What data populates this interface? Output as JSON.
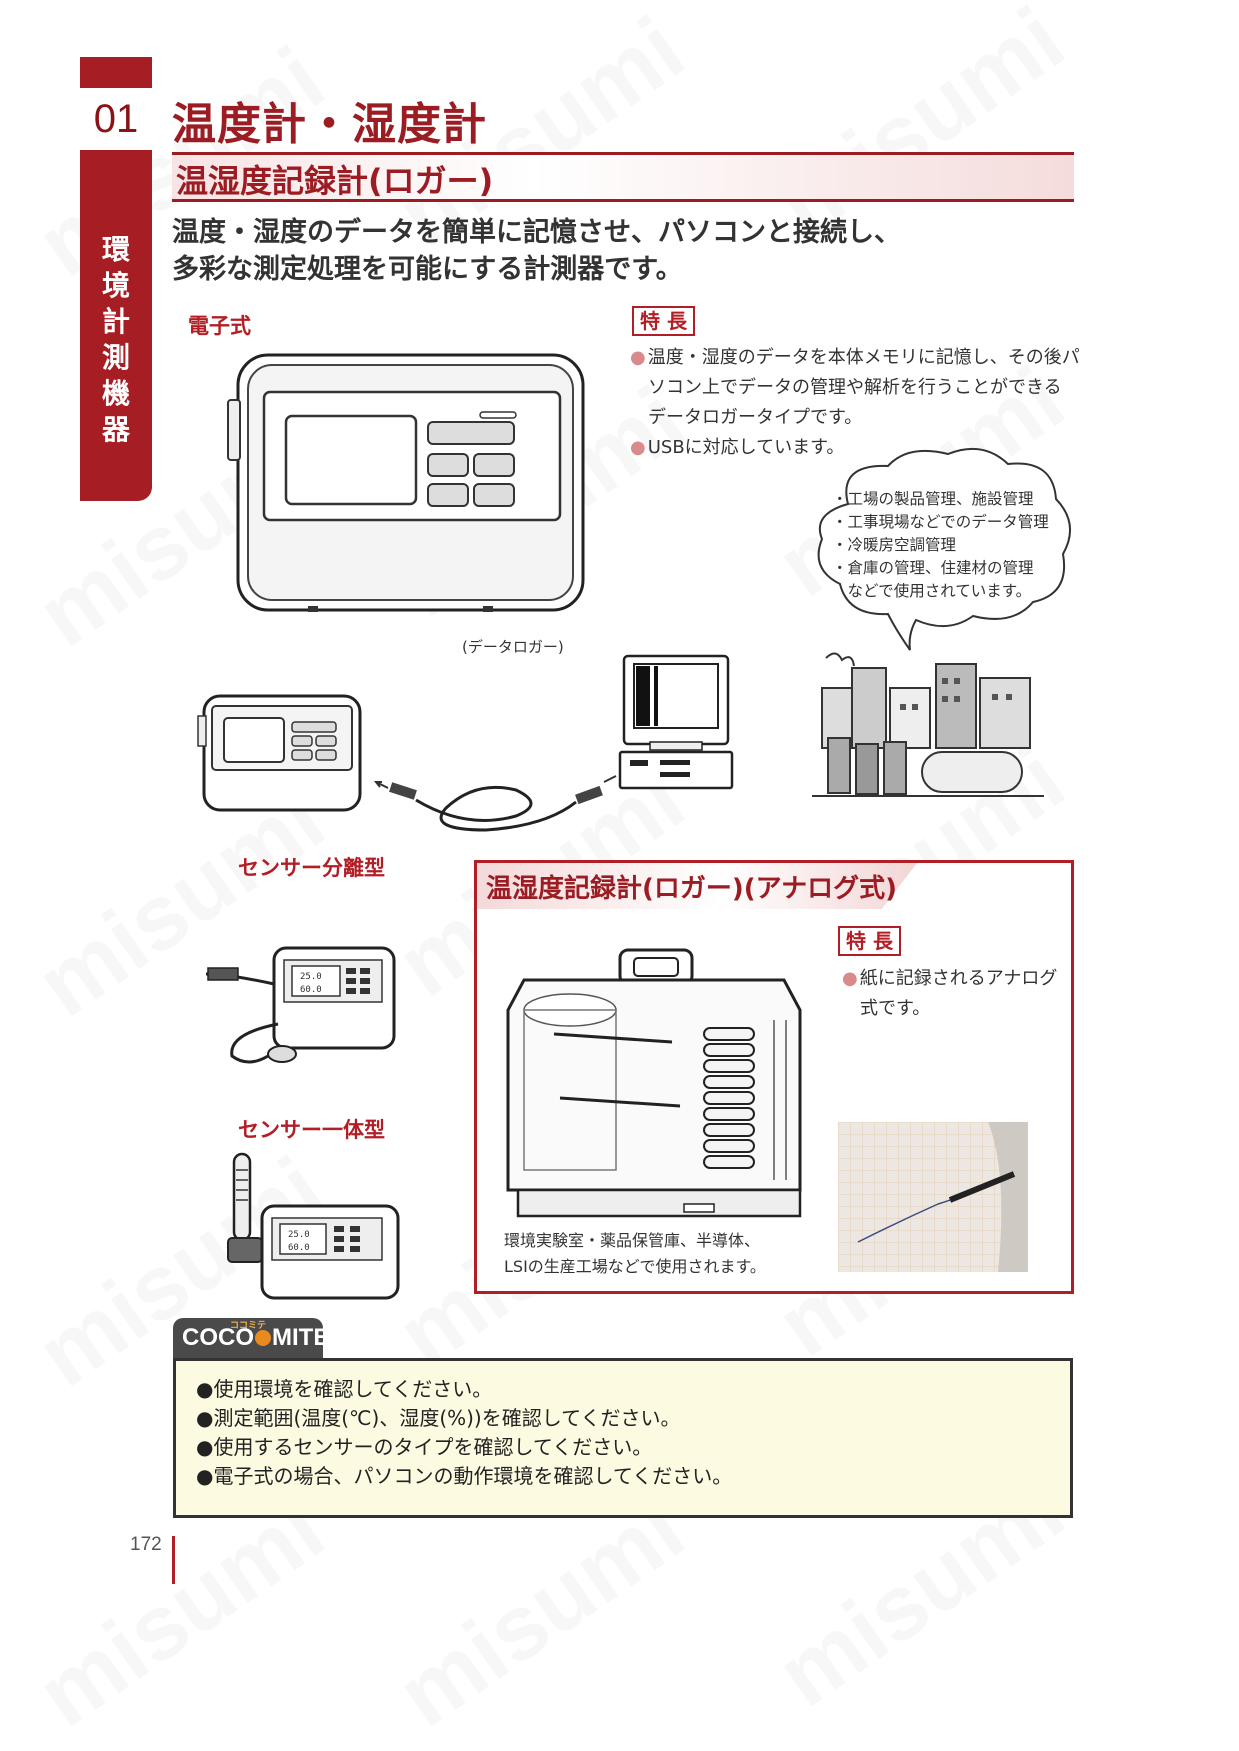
{
  "watermark": "misumi",
  "side_tab": {
    "number": "01",
    "category_chars": [
      "環",
      "境",
      "計",
      "測",
      "機",
      "器"
    ]
  },
  "header": {
    "title": "温度計・湿度計",
    "section_title": "温湿度記録計(ロガー)"
  },
  "lead": {
    "line1": "温度・湿度のデータを簡単に記憶させ、パソコンと接続し、",
    "line2": "多彩な測定処理を可能にする計測器です。"
  },
  "electronic": {
    "label": "電子式",
    "caption": "(データロガー)",
    "features_label": "特 長",
    "features": [
      {
        "lines": [
          "温度・湿度のデータを本体メモリに記憶し、その後パ",
          "ソコン上でデータの管理や解析を行うことができる",
          "データロガータイプです。"
        ]
      },
      {
        "lines": [
          "USBに対応しています。"
        ]
      }
    ],
    "usage_cloud": [
      "・工場の製品管理、施設管理",
      "・工事現場などでのデータ管理",
      "・冷暖房空調管理",
      "・倉庫の管理、住建材の管理",
      "　などで使用されています。"
    ]
  },
  "sensor_separate": {
    "label": "センサー分離型",
    "temp": "25.0",
    "hum": "60.0"
  },
  "sensor_integrated": {
    "label": "センサー一体型",
    "temp": "25.0",
    "hum": "60.0"
  },
  "analog": {
    "title": "温湿度記録計(ロガー)(アナログ式)",
    "features_label": "特 長",
    "feature_lines": [
      "紙に記録されるアナログ",
      "式です。"
    ],
    "usage_lines": [
      "環境実験室・薬品保管庫、半導体、",
      "LSIの生産工場などで使用されます。"
    ]
  },
  "cocomite": {
    "logo_small": "ココミテ",
    "logo_left": "COCO",
    "logo_right": "MITE",
    "items": [
      "●使用環境を確認してください。",
      "●測定範囲(温度(℃)、湿度(%))を確認してください。",
      "●使用するセンサーのタイプを確認してください。",
      "●電子式の場合、パソコンの動作環境を確認してください。"
    ]
  },
  "page_number": "172",
  "colors": {
    "accent": "#a61d24",
    "note_bg": "#fcfae0"
  }
}
